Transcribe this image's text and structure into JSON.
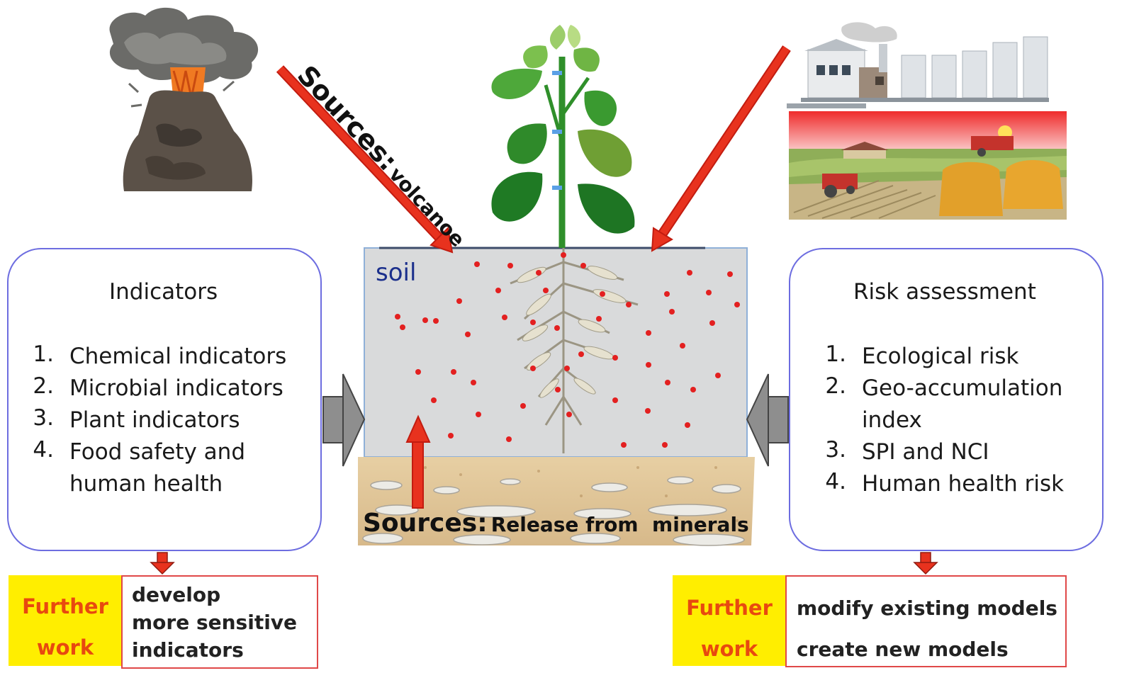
{
  "indicators": {
    "title": "Indicators",
    "items": [
      {
        "num": "1.",
        "text": "Chemical indicators"
      },
      {
        "num": "2.",
        "text": "Microbial indicators"
      },
      {
        "num": "3.",
        "text": "Plant indicators"
      },
      {
        "num": "4.",
        "text": "Food safety and",
        "text2": "human health"
      }
    ]
  },
  "risk": {
    "title": "Risk assessment",
    "items": [
      {
        "num": "1.",
        "text": "Ecological risk"
      },
      {
        "num": "2.",
        "text": "Geo-accumulation",
        "text2": "index"
      },
      {
        "num": "3.",
        "text": "SPI and NCI"
      },
      {
        "num": "4.",
        "text": "Human health risk"
      }
    ]
  },
  "soil": {
    "label": "soil",
    "source_volcano_prefix": "Sources:",
    "source_volcano_suffix": "volcanoe",
    "source_minerals_prefix": "Sources:",
    "source_minerals_suffix": "Release from  minerals"
  },
  "further_left": {
    "label_line1": "Further",
    "label_line2": "work",
    "lines": [
      "develop",
      "more sensitive",
      "indicators"
    ]
  },
  "further_right": {
    "label_line1": "Further",
    "label_line2": "work",
    "lines": [
      "modify existing models",
      "create new models"
    ]
  },
  "colors": {
    "arrow_red": "#e8321e",
    "panel_border": "#6d6de0",
    "further_yellow": "#ffee00",
    "further_orange": "#e8490f",
    "soil_bg": "#d9dadb",
    "dot_red": "#e32020"
  }
}
